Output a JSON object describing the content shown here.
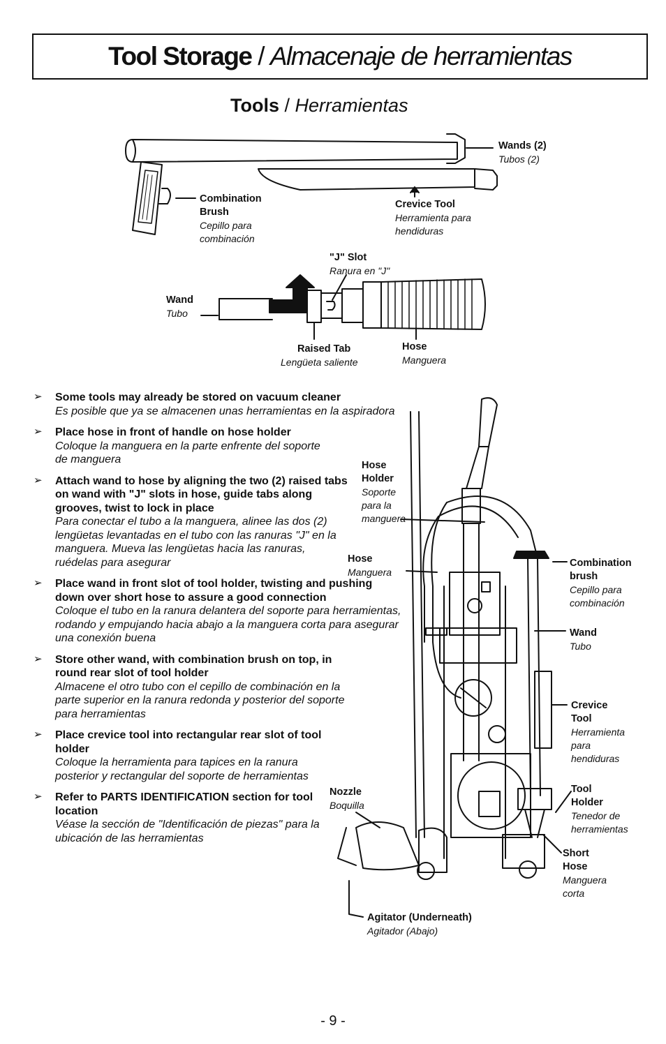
{
  "header": {
    "title_en": "Tool Storage",
    "title_sep": " / ",
    "title_es": "Almacenaje de herramientas"
  },
  "tools_section": {
    "heading_en": "Tools",
    "heading_sep": " / ",
    "heading_es": "Herramientas"
  },
  "tools_diagram": {
    "wands": {
      "en": "Wands (2)",
      "es": "Tubos (2)"
    },
    "combination_brush": {
      "en": "Combination Brush",
      "es": "Cepillo para combinación"
    },
    "crevice_tool": {
      "en": "Crevice Tool",
      "es": "Herramienta para hendiduras"
    },
    "j_slot": {
      "en": "\"J\" Slot",
      "es": "Ranura en \"J\""
    },
    "wand": {
      "en": "Wand",
      "es": "Tubo"
    },
    "raised_tab": {
      "en": "Raised Tab",
      "es": "Lengüeta saliente"
    },
    "hose": {
      "en": "Hose",
      "es": "Manguera"
    }
  },
  "vacuum_diagram": {
    "hose_holder": {
      "en": "Hose Holder",
      "es": "Soporte para la manguera"
    },
    "hose": {
      "en": "Hose",
      "es": "Manguera"
    },
    "combination_brush": {
      "en": "Combination brush",
      "es": "Cepillo para combinación"
    },
    "wand": {
      "en": "Wand",
      "es": "Tubo"
    },
    "crevice_tool": {
      "en": "Crevice Tool",
      "es": "Herramienta para hendiduras"
    },
    "tool_holder": {
      "en": "Tool Holder",
      "es": "Tenedor de herramientas"
    },
    "nozzle": {
      "en": "Nozzle",
      "es": "Boquilla"
    },
    "short_hose": {
      "en": "Short Hose",
      "es": "Manguera corta"
    },
    "agitator": {
      "en": "Agitator (Underneath)",
      "es": "Agitador (Abajo)"
    }
  },
  "instructions": [
    {
      "en": "Some tools may already be stored on vacuum cleaner",
      "es": "Es posible que ya se almacenen unas herramientas en la aspiradora"
    },
    {
      "en": "Place hose in front of handle on hose holder",
      "es": "Coloque la manguera en la parte enfrente del soporte de manguera"
    },
    {
      "en": "Attach wand to hose by aligning the two (2) raised tabs on wand with \"J\" slots in hose, guide tabs along grooves, twist to lock in place",
      "es": "Para conectar el tubo a la manguera, alinee las dos (2) lengüetas levantadas en el tubo con las ranuras \"J\" en la manguera. Mueva las lengüetas hacia las ranuras, ruédelas para asegurar"
    },
    {
      "en": "Place wand in front slot of tool holder, twisting and pushing down over short hose to assure a good connection",
      "es": "Coloque el tubo en la ranura delantera del soporte para herramientas, rodando y empujando hacia abajo a la manguera corta para asegurar una conexión buena"
    },
    {
      "en": "Store other wand, with combination brush on top, in round rear slot of tool holder",
      "es": "Almacene el otro tubo con el cepillo de combinación en la parte superior en la ranura redonda y posterior del soporte para herramientas"
    },
    {
      "en": "Place crevice tool into rectangular rear slot of tool holder",
      "es": "Coloque la herramienta para tapices en la ranura posterior y rectangular del soporte de herramientas"
    },
    {
      "en": "Refer to PARTS IDENTIFICATION section for tool location",
      "es": "Véase la sección de \"Identificación de piezas\" para la ubicación de las herramientas"
    }
  ],
  "bullet_glyph": "➢",
  "footer": {
    "page_number": "- 9 -"
  }
}
